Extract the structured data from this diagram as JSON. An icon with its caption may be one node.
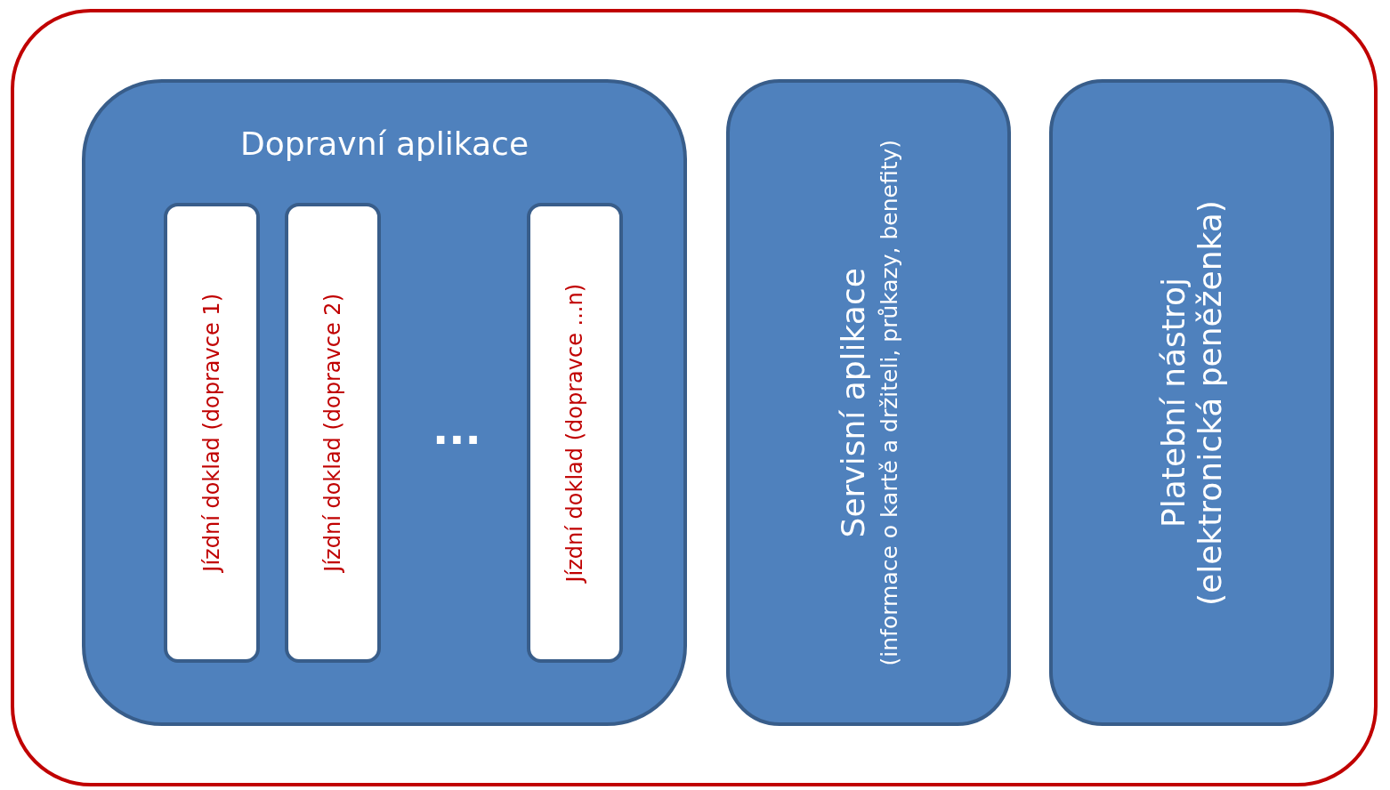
{
  "diagram": {
    "nodes": [
      {
        "text": [],
        "shape": "box"
      },
      {
        "text": [
          "Dopravní aplikace"
        ],
        "in": 0
      },
      {
        "text": [
          "Jízdní doklad (dopravce 1)"
        ],
        "in": 1
      },
      {
        "text": [
          "Jízdní doklad (dopravce 2)"
        ],
        "in": 1
      },
      {
        "text": [
          "Jízdní doklad (dopravce ...n)"
        ],
        "in": 1
      },
      {
        "text": [
          "Servisní aplikace",
          "(informace o kartě a držiteli, průkazy, benefity)"
        ],
        "in": 0
      },
      {
        "text": [
          "Platební nástroj (elektronická  peněženka)"
        ],
        "in": 0
      }
    ],
    "edges": [],
    "labels": [
      "..."
    ]
  }
}
